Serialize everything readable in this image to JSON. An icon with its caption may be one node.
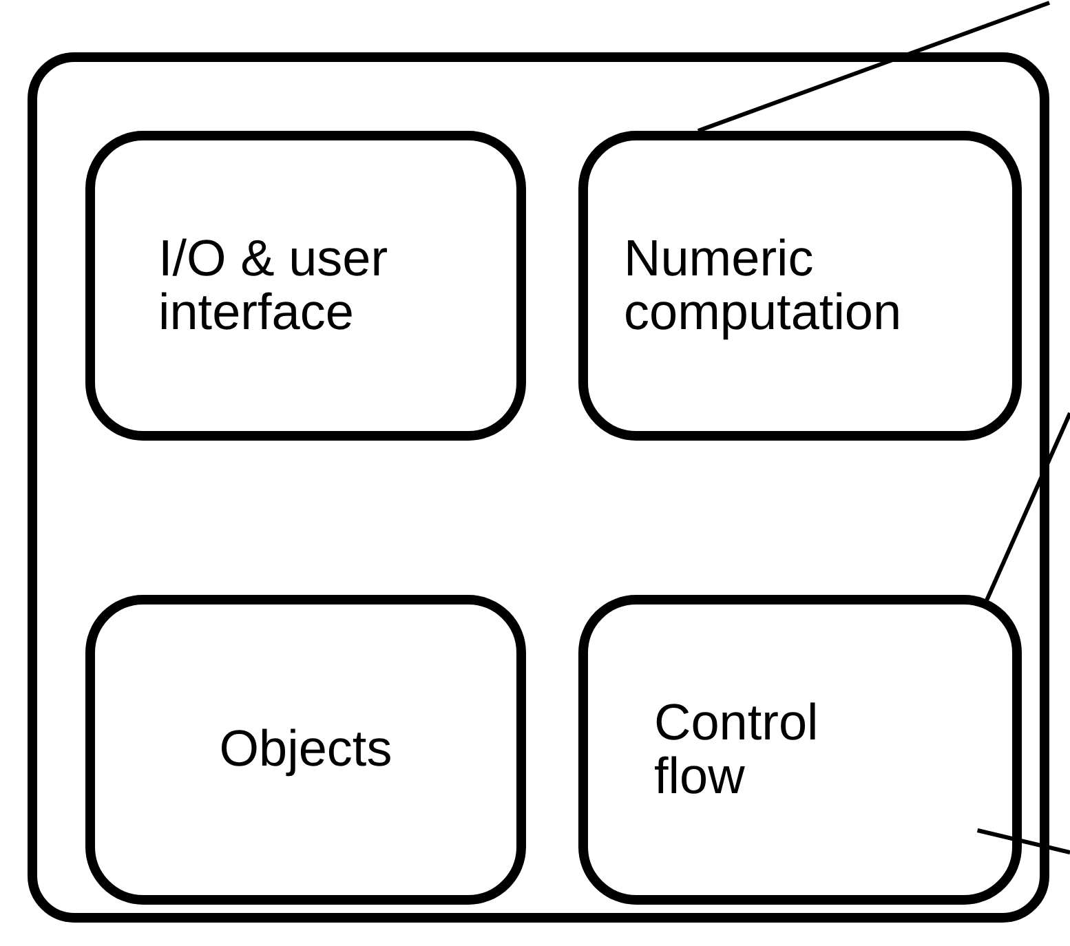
{
  "diagram": {
    "nodes": [
      {
        "text": [],
        "shape": "box"
      },
      {
        "text": [
          "I/O & user interface"
        ],
        "in": 0
      },
      {
        "text": [
          "Numeric computation"
        ],
        "in": 0
      },
      {
        "text": [
          "Objects"
        ],
        "in": 0
      },
      {
        "text": [
          "Control flow"
        ],
        "in": 0
      }
    ],
    "edges": [
      {
        "from": 2,
        "to": null,
        "arrow": "none"
      },
      {
        "from": 4,
        "to": null,
        "arrow": "none"
      },
      {
        "from": 4,
        "to": null,
        "arrow": "none"
      }
    ]
  }
}
